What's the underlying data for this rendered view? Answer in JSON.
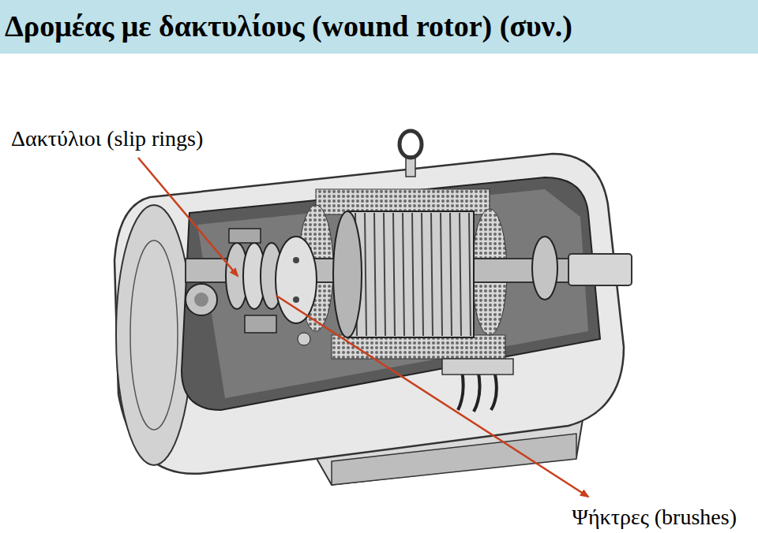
{
  "diagram": {
    "title": "Δρομέας με δακτυλίους (wound rotor) (συν.)",
    "labels": [
      "Δακτύλιοι (slip rings)",
      "Ψήκτρες (brushes)"
    ]
  }
}
